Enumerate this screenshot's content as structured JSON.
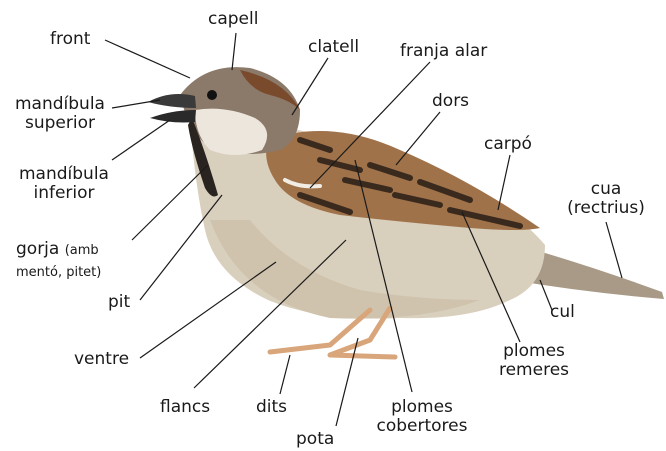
{
  "labels": {
    "capell": "capell",
    "front": "front",
    "clatell": "clatell",
    "franja_alar": "franja alar",
    "mandibula_superior_l1": "mandíbula",
    "mandibula_superior_l2": "superior",
    "dors": "dors",
    "carpo": "carpó",
    "mandibula_inferior_l1": "mandíbula",
    "mandibula_inferior_l2": "inferior",
    "cua_l1": "cua",
    "cua_l2": "(rectrius)",
    "gorja": "gorja",
    "gorja_note_l1": "(amb",
    "gorja_note_l2": "mentó, pitet)",
    "pit": "pit",
    "cul": "cul",
    "ventre": "ventre",
    "plomes_remeres_l1": "plomes",
    "plomes_remeres_l2": "remeres",
    "flancs": "flancs",
    "dits": "dits",
    "plomes_cobertores_l1": "plomes",
    "plomes_cobertores_l2": "cobertores",
    "pota": "pota"
  },
  "colors": {
    "text": "#1a1a1a",
    "leader": "#1a1a1a",
    "body": "#d9cfbd",
    "back": "#a0724a",
    "dark": "#3a2a1e",
    "crown": "#8b7a6a",
    "cheek": "#ece6dc",
    "leg": "#d9a57a"
  }
}
